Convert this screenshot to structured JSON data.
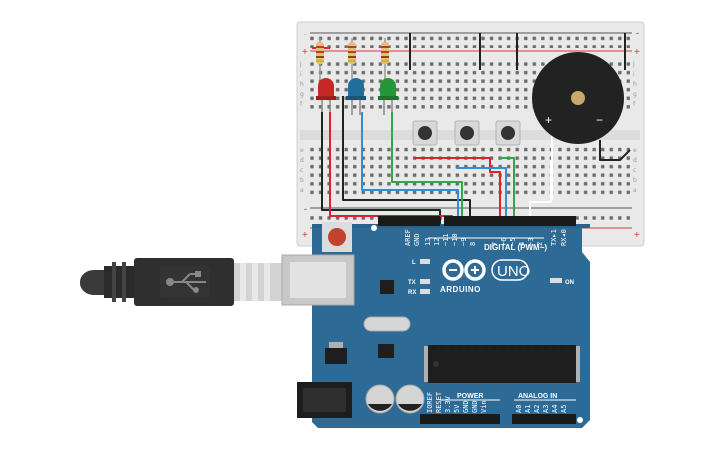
{
  "arduino": {
    "brand": "ARDUINO",
    "model": "UNO",
    "digital_label": "DIGITAL (PWM~)",
    "power_label": "POWER",
    "analog_label": "ANALOG IN",
    "on_label": "ON",
    "led_l": "L",
    "led_tx": "TX",
    "led_rx": "RX",
    "aref": "AREF",
    "gnd": "GND",
    "digital_pins": [
      "13",
      "12",
      "~11",
      "~10",
      "~9",
      "8",
      "7",
      "~6",
      "~5",
      "4",
      "~3",
      "2",
      "TX▸1",
      "RX◂0"
    ],
    "power_pins": [
      "IOREF",
      "RESET",
      "3.3V",
      "5V",
      "GND",
      "GND",
      "Vin"
    ],
    "analog_pins": [
      "A0",
      "A1",
      "A2",
      "A3",
      "A4",
      "A5"
    ]
  },
  "breadboard": {
    "row_letters_top": [
      "j",
      "i",
      "h",
      "g",
      "f"
    ],
    "row_letters_bottom": [
      "e",
      "d",
      "c",
      "b",
      "a"
    ],
    "plus": "+",
    "minus": "-"
  },
  "buzzer": {
    "plus": "+",
    "minus": "−"
  },
  "colors": {
    "board_blue": "#2e6a96",
    "wire_red": "#e0202a",
    "wire_blue": "#2e8fd6",
    "wire_green": "#2ea84a",
    "wire_black": "#222222",
    "led_red": "#c62828",
    "led_blue": "#1f6f9a",
    "led_green": "#25963a"
  }
}
